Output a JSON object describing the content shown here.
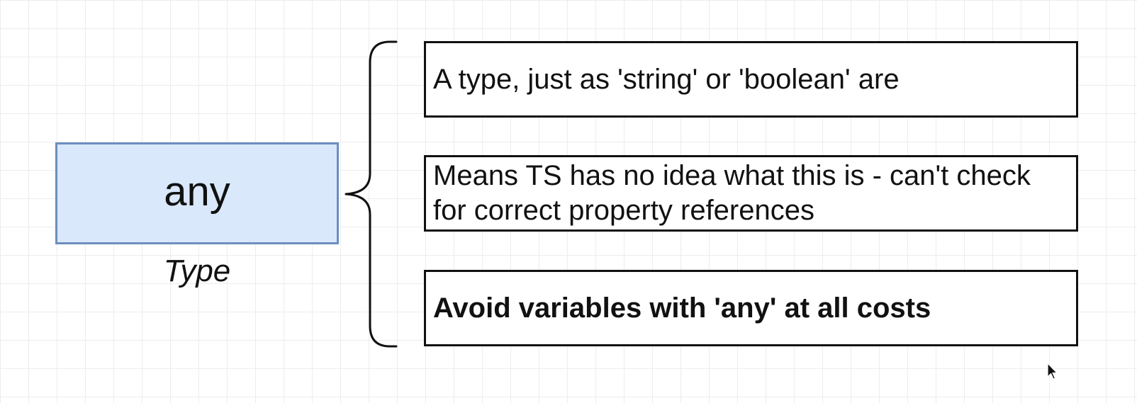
{
  "diagram": {
    "main_label": "any",
    "main_caption": "Type",
    "items": [
      {
        "text": "A type, just as 'string' or 'boolean' are"
      },
      {
        "text": "Means TS has no idea what this is - can't check for correct property references"
      },
      {
        "text": "Avoid variables with 'any' at all costs"
      }
    ]
  },
  "colors": {
    "main_fill": "#dae8fc",
    "main_stroke": "#6c8ebf",
    "line": "#111111"
  }
}
